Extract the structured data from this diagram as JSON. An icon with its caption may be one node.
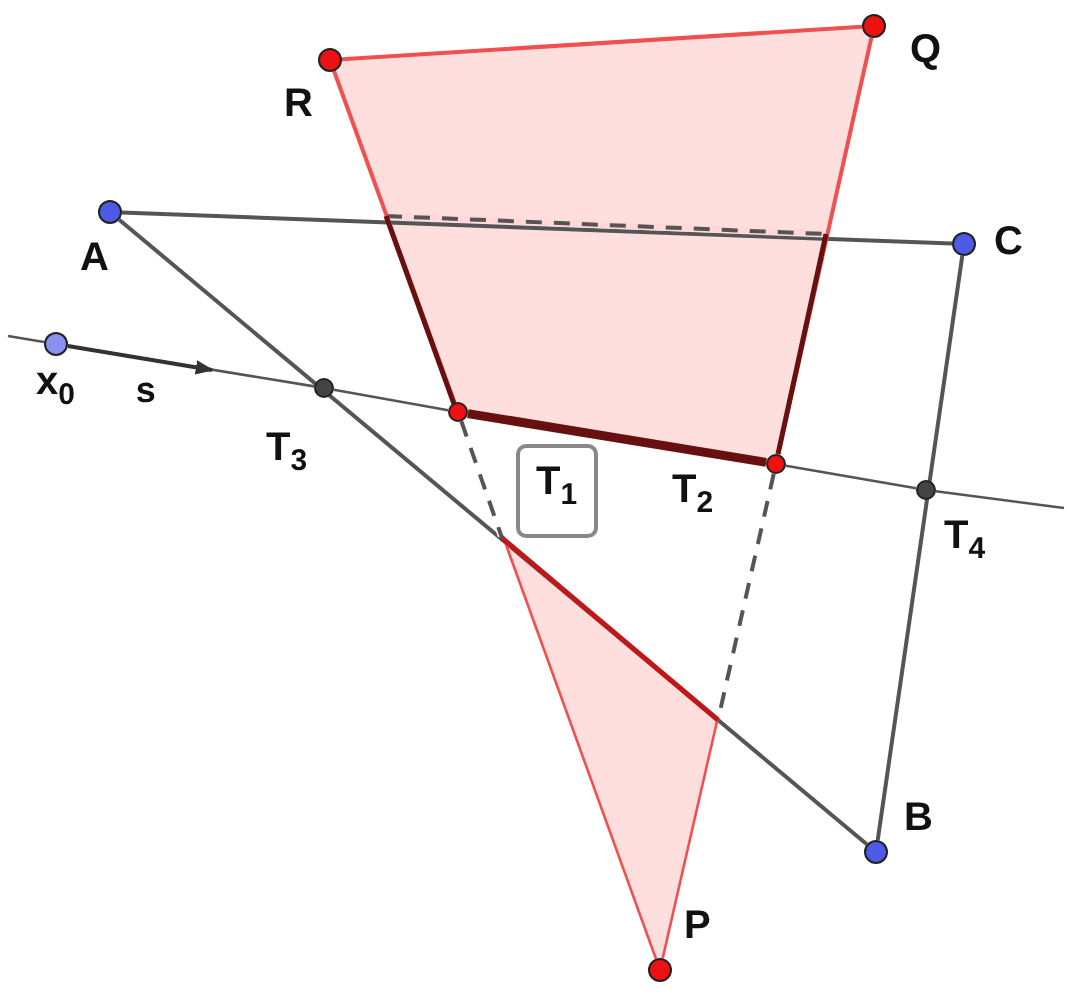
{
  "diagram": {
    "nodes": [
      {
        "text": [],
        "shape": "circle",
        "beside": [
          "A"
        ]
      },
      {
        "text": [],
        "shape": "circle",
        "beside": [
          "B"
        ]
      },
      {
        "text": [],
        "shape": "circle",
        "beside": [
          "C"
        ]
      },
      {
        "text": [],
        "shape": "circle",
        "beside": [
          "P"
        ]
      },
      {
        "text": [],
        "shape": "circle",
        "beside": [
          "Q"
        ]
      },
      {
        "text": [],
        "shape": "circle",
        "beside": [
          "R"
        ]
      },
      {
        "text": [],
        "shape": "circle",
        "beside": [
          "x$_{0}$"
        ]
      },
      {
        "text": [],
        "shape": "circle",
        "beside": [
          "T$_{3}$"
        ]
      },
      {
        "text": [],
        "shape": "circle",
        "beside": [
          "T$_{1}$"
        ]
      },
      {
        "text": [],
        "shape": "circle",
        "beside": [
          "T$_{2}$"
        ]
      },
      {
        "text": [],
        "shape": "circle",
        "beside": [
          "T$_{4}$"
        ]
      }
    ],
    "edges": [
      {
        "from": 0,
        "to": 1,
        "arrow": "none"
      },
      {
        "from": 1,
        "to": 2,
        "arrow": "none"
      },
      {
        "from": 0,
        "to": 2,
        "arrow": "none"
      },
      {
        "from": 5,
        "to": 4,
        "arrow": "none",
        "color": "#f05050"
      },
      {
        "from": 5,
        "to": 8,
        "arrow": "none",
        "color": "#f05050"
      },
      {
        "from": 8,
        "to": 3,
        "arrow": "none",
        "color": "#f05050"
      },
      {
        "from": 4,
        "to": 9,
        "arrow": "none",
        "color": "#f05050"
      },
      {
        "from": 9,
        "to": 3,
        "arrow": "none",
        "color": "#f05050"
      },
      {
        "from": 6,
        "to": 7,
        "arrow": "none"
      },
      {
        "from": 7,
        "to": 8,
        "arrow": "none"
      },
      {
        "from": 8,
        "to": 9,
        "arrow": "none",
        "style": "thick",
        "color": "#661010"
      },
      {
        "from": 9,
        "to": 10,
        "arrow": "none"
      },
      {
        "from": 10,
        "to": null,
        "arrow": "none"
      },
      {
        "from": 6,
        "to": null,
        "arrow": "to",
        "label": "s",
        "color": "#333333"
      }
    ]
  }
}
